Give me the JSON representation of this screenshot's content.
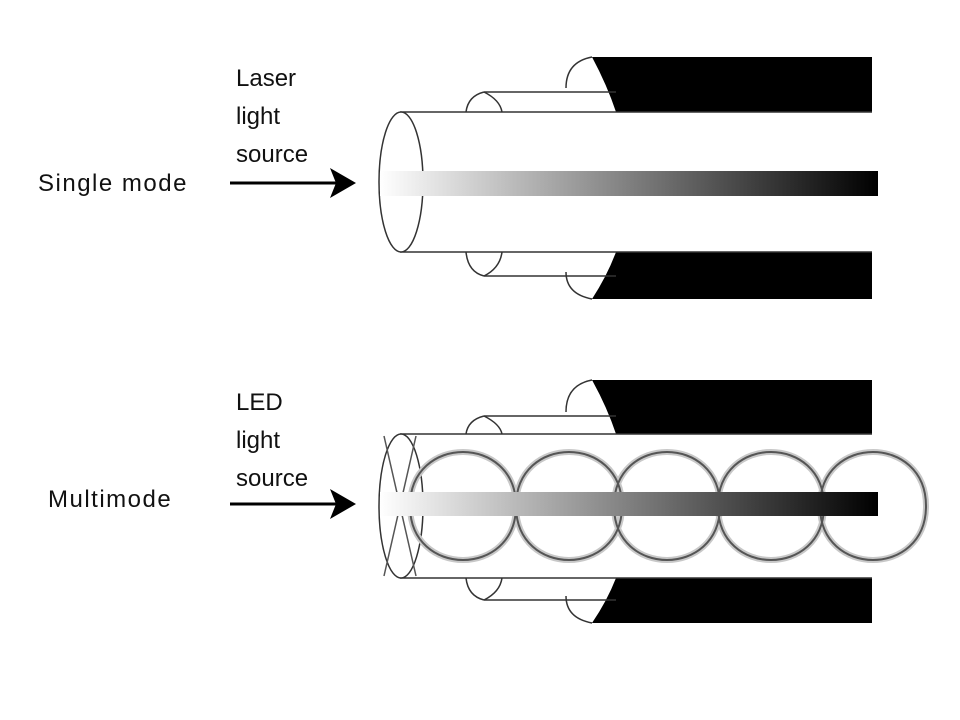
{
  "diagram": {
    "single_mode": {
      "mode_label": "Single mode",
      "source_lines": [
        "Laser",
        "light",
        "source"
      ]
    },
    "multimode": {
      "mode_label": "Multimode",
      "source_lines": [
        "LED",
        "light",
        "source"
      ]
    }
  },
  "colors": {
    "jacket": "#000000",
    "outline": "#333333",
    "ray": "#555555",
    "ray_glow": "#c8c8c8",
    "gradient_start": "#ffffff",
    "gradient_end": "#000000"
  }
}
